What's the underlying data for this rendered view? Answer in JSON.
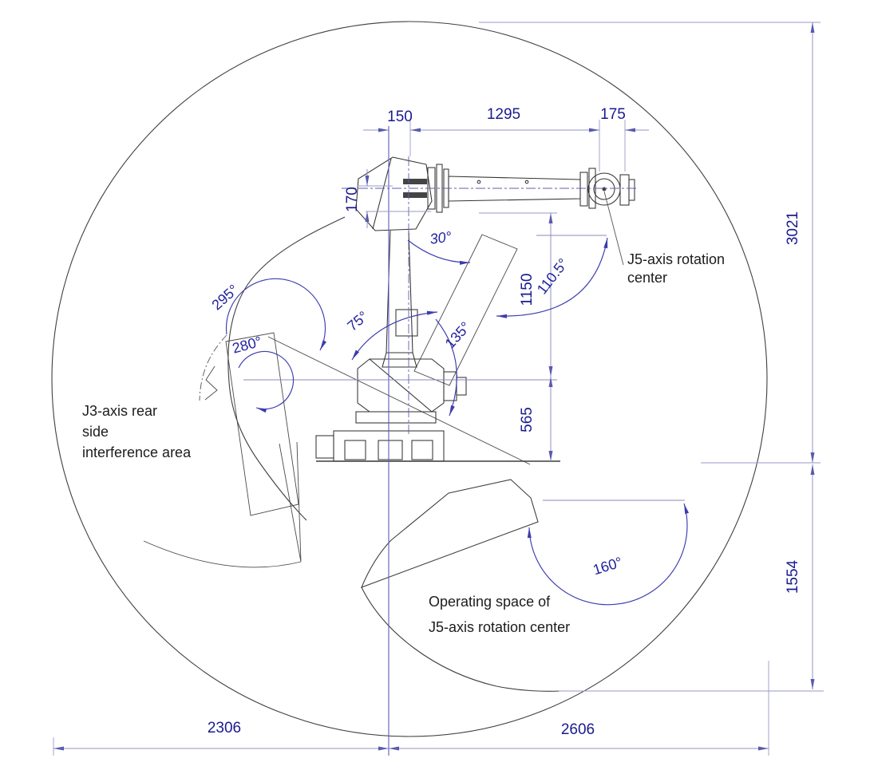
{
  "drawing": {
    "labels": {
      "j5_callout_line1": "J5-axis rotation",
      "j5_callout_line2": "center",
      "j3_area_line1": "J3-axis rear",
      "j3_area_line2": "side",
      "j3_area_line3": "interference area",
      "op_space_line1": "Operating space of",
      "op_space_line2": "J5-axis rotation center"
    },
    "dimensions": {
      "top_left": "150",
      "top_mid": "1295",
      "top_right": "175",
      "arm_drop": "170",
      "upper_height": "1150",
      "base_height": "565",
      "total_height": "3021",
      "below_base": "1554",
      "reach_left": "2306",
      "reach_right": "2606"
    },
    "angles": {
      "j3_tilt": "30°",
      "rear_big": "295°",
      "rear_small": "280°",
      "front_upper": "75°",
      "front_lower": "135°",
      "wrist_sweep": "110.5°",
      "bottom_sweep": "160°"
    },
    "colors": {
      "dimension_text": "#1a1a90",
      "dimension_line": "#9090c4",
      "angle_arc": "#3c3cae",
      "drawing_line": "#3f3f3f",
      "label_text": "#1c1c1c",
      "background": "#ffffff"
    }
  }
}
